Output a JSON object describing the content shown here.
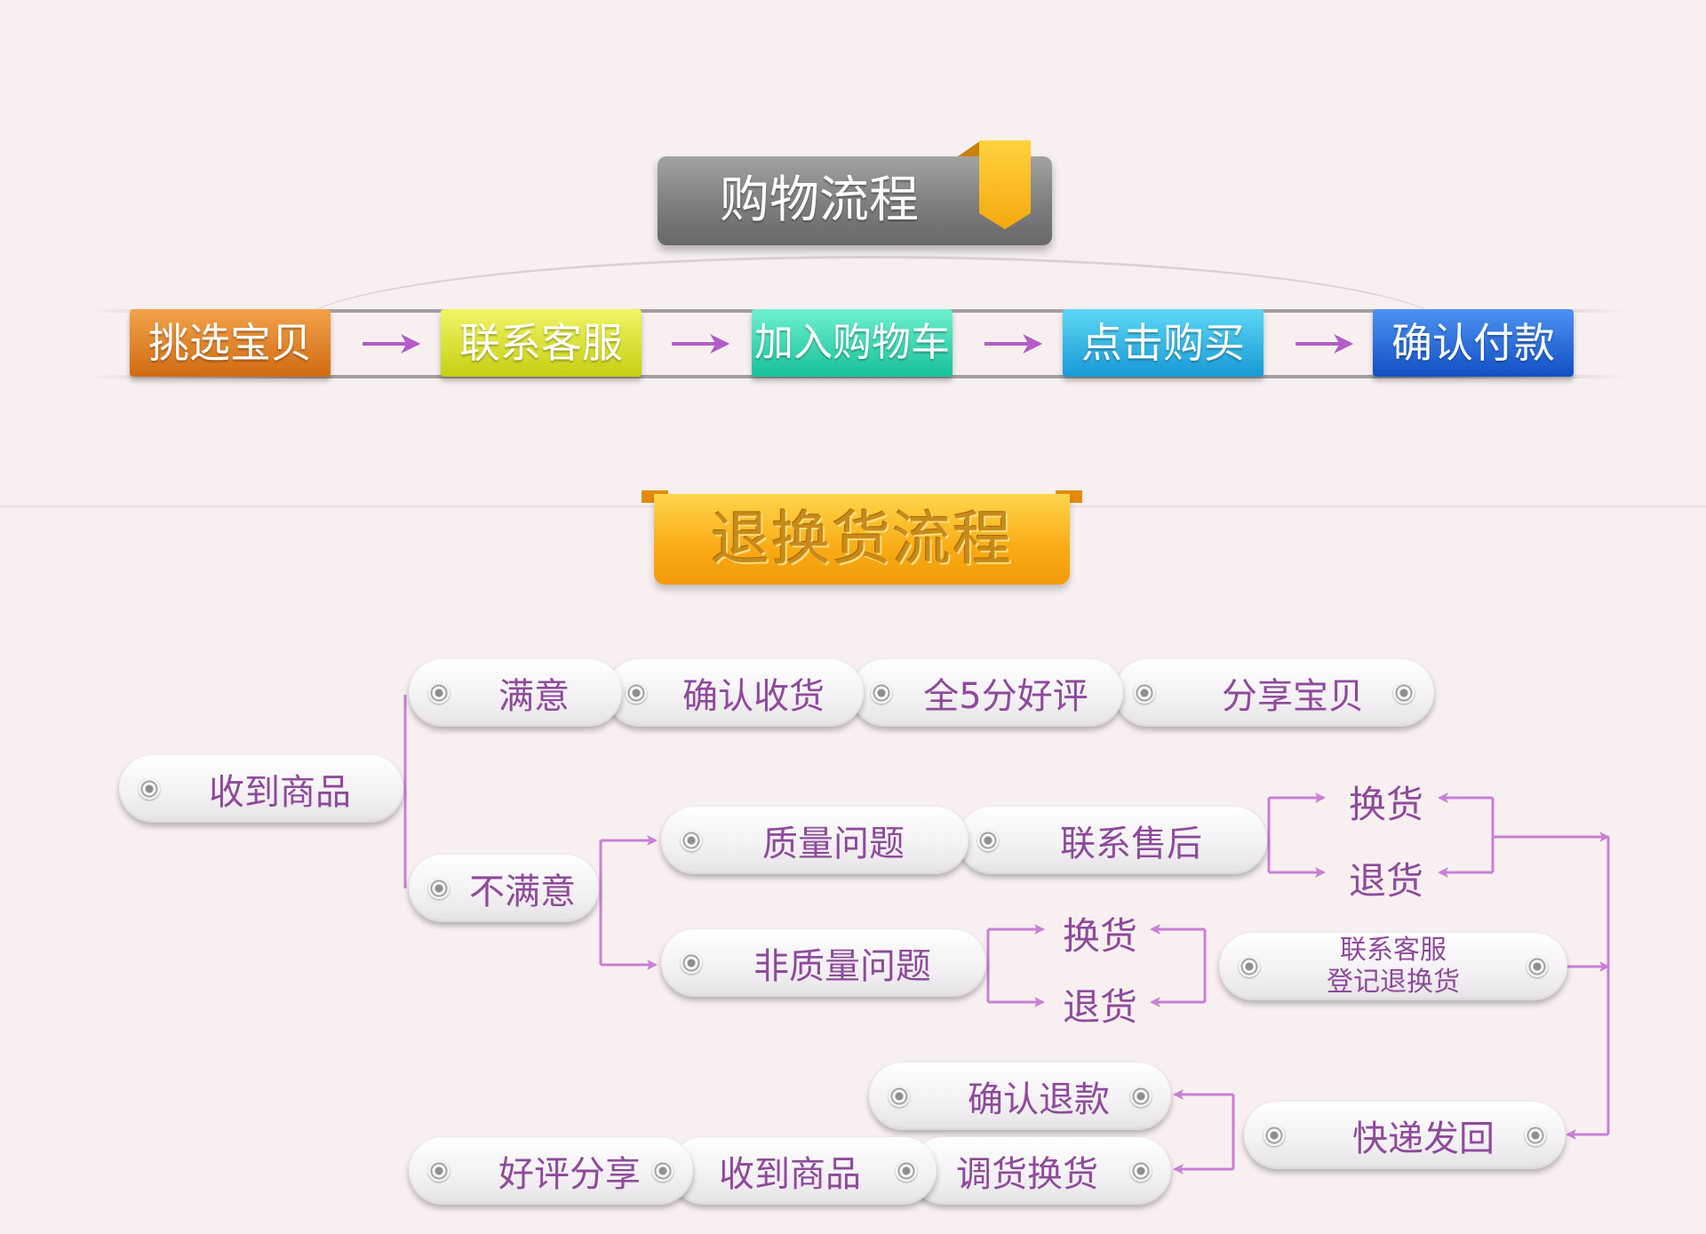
{
  "shopping_flow": {
    "title": "购物流程",
    "steps": [
      "挑选宝贝",
      "联系客服",
      "加入购物车",
      "点击购买",
      "确认付款"
    ]
  },
  "return_flow": {
    "title": "退换货流程",
    "nodes": {
      "received": "收到商品",
      "satisfied": "满意",
      "confirm_receipt": "确认收货",
      "full_5_star": "全5分好评",
      "share_item": "分享宝贝",
      "unsatisfied": "不满意",
      "quality_issue": "质量问题",
      "contact_after_sales": "联系售后",
      "exchange_1": "换货",
      "return_1": "退货",
      "non_quality_issue": "非质量问题",
      "exchange_2": "换货",
      "return_2": "退货",
      "contact_cs_line1": "联系客服",
      "contact_cs_line2": "登记退换货",
      "express_back": "快递发回",
      "confirm_refund": "确认退款",
      "swap_goods": "调货换货",
      "received_2": "收到商品",
      "review_share": "好评分享"
    }
  },
  "colors": {
    "background": "#f8f0f0",
    "connector": "#c97fd6",
    "node_text": "#8e4a9b",
    "step_colors": [
      "#e0801f",
      "#d8e02a",
      "#2fd3ad",
      "#2cb3e6",
      "#1f68d8"
    ],
    "title_gray": "#7e7e7e",
    "title_orange": "#f9ab15"
  }
}
